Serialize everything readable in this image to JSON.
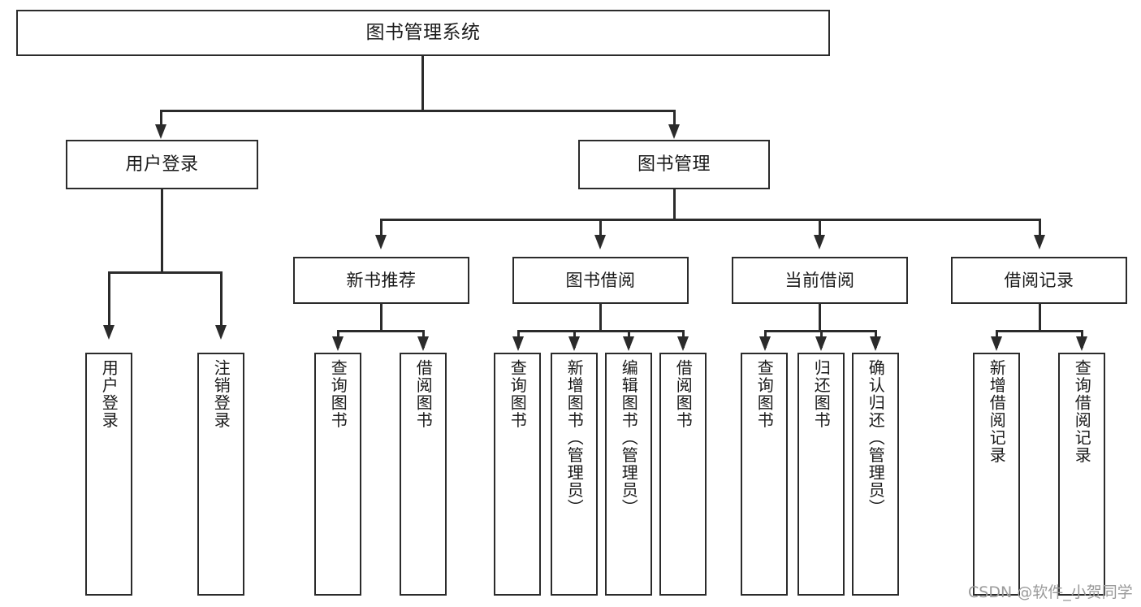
{
  "diagram": {
    "title": "图书管理系统",
    "root": {
      "label": "图书管理系统"
    },
    "level2": [
      {
        "label": "用户登录"
      },
      {
        "label": "图书管理"
      }
    ],
    "level3": [
      {
        "label": "新书推荐"
      },
      {
        "label": "图书借阅"
      },
      {
        "label": "当前借阅"
      },
      {
        "label": "借阅记录"
      }
    ],
    "leaves": {
      "user_login": [
        {
          "label": "用户登录"
        },
        {
          "label": "注销登录"
        }
      ],
      "new_book_recommend": [
        {
          "label": "查询图书"
        },
        {
          "label": "借阅图书"
        }
      ],
      "book_borrow": [
        {
          "label": "查询图书"
        },
        {
          "label": "新增图书（管理员）"
        },
        {
          "label": "编辑图书（管理员）"
        },
        {
          "label": "借阅图书"
        }
      ],
      "current_borrow": [
        {
          "label": "查询图书"
        },
        {
          "label": "归还图书"
        },
        {
          "label": "确认归还（管理员）"
        }
      ],
      "borrow_record": [
        {
          "label": "新增借阅记录"
        },
        {
          "label": "查询借阅记录"
        }
      ]
    }
  },
  "watermark": {
    "text": "CSDN @软件_小贺同学"
  },
  "colors": {
    "stroke": "#2b2b2b",
    "text": "#1a1a1a",
    "background": "#ffffff",
    "watermark": "#9a9a9a"
  }
}
